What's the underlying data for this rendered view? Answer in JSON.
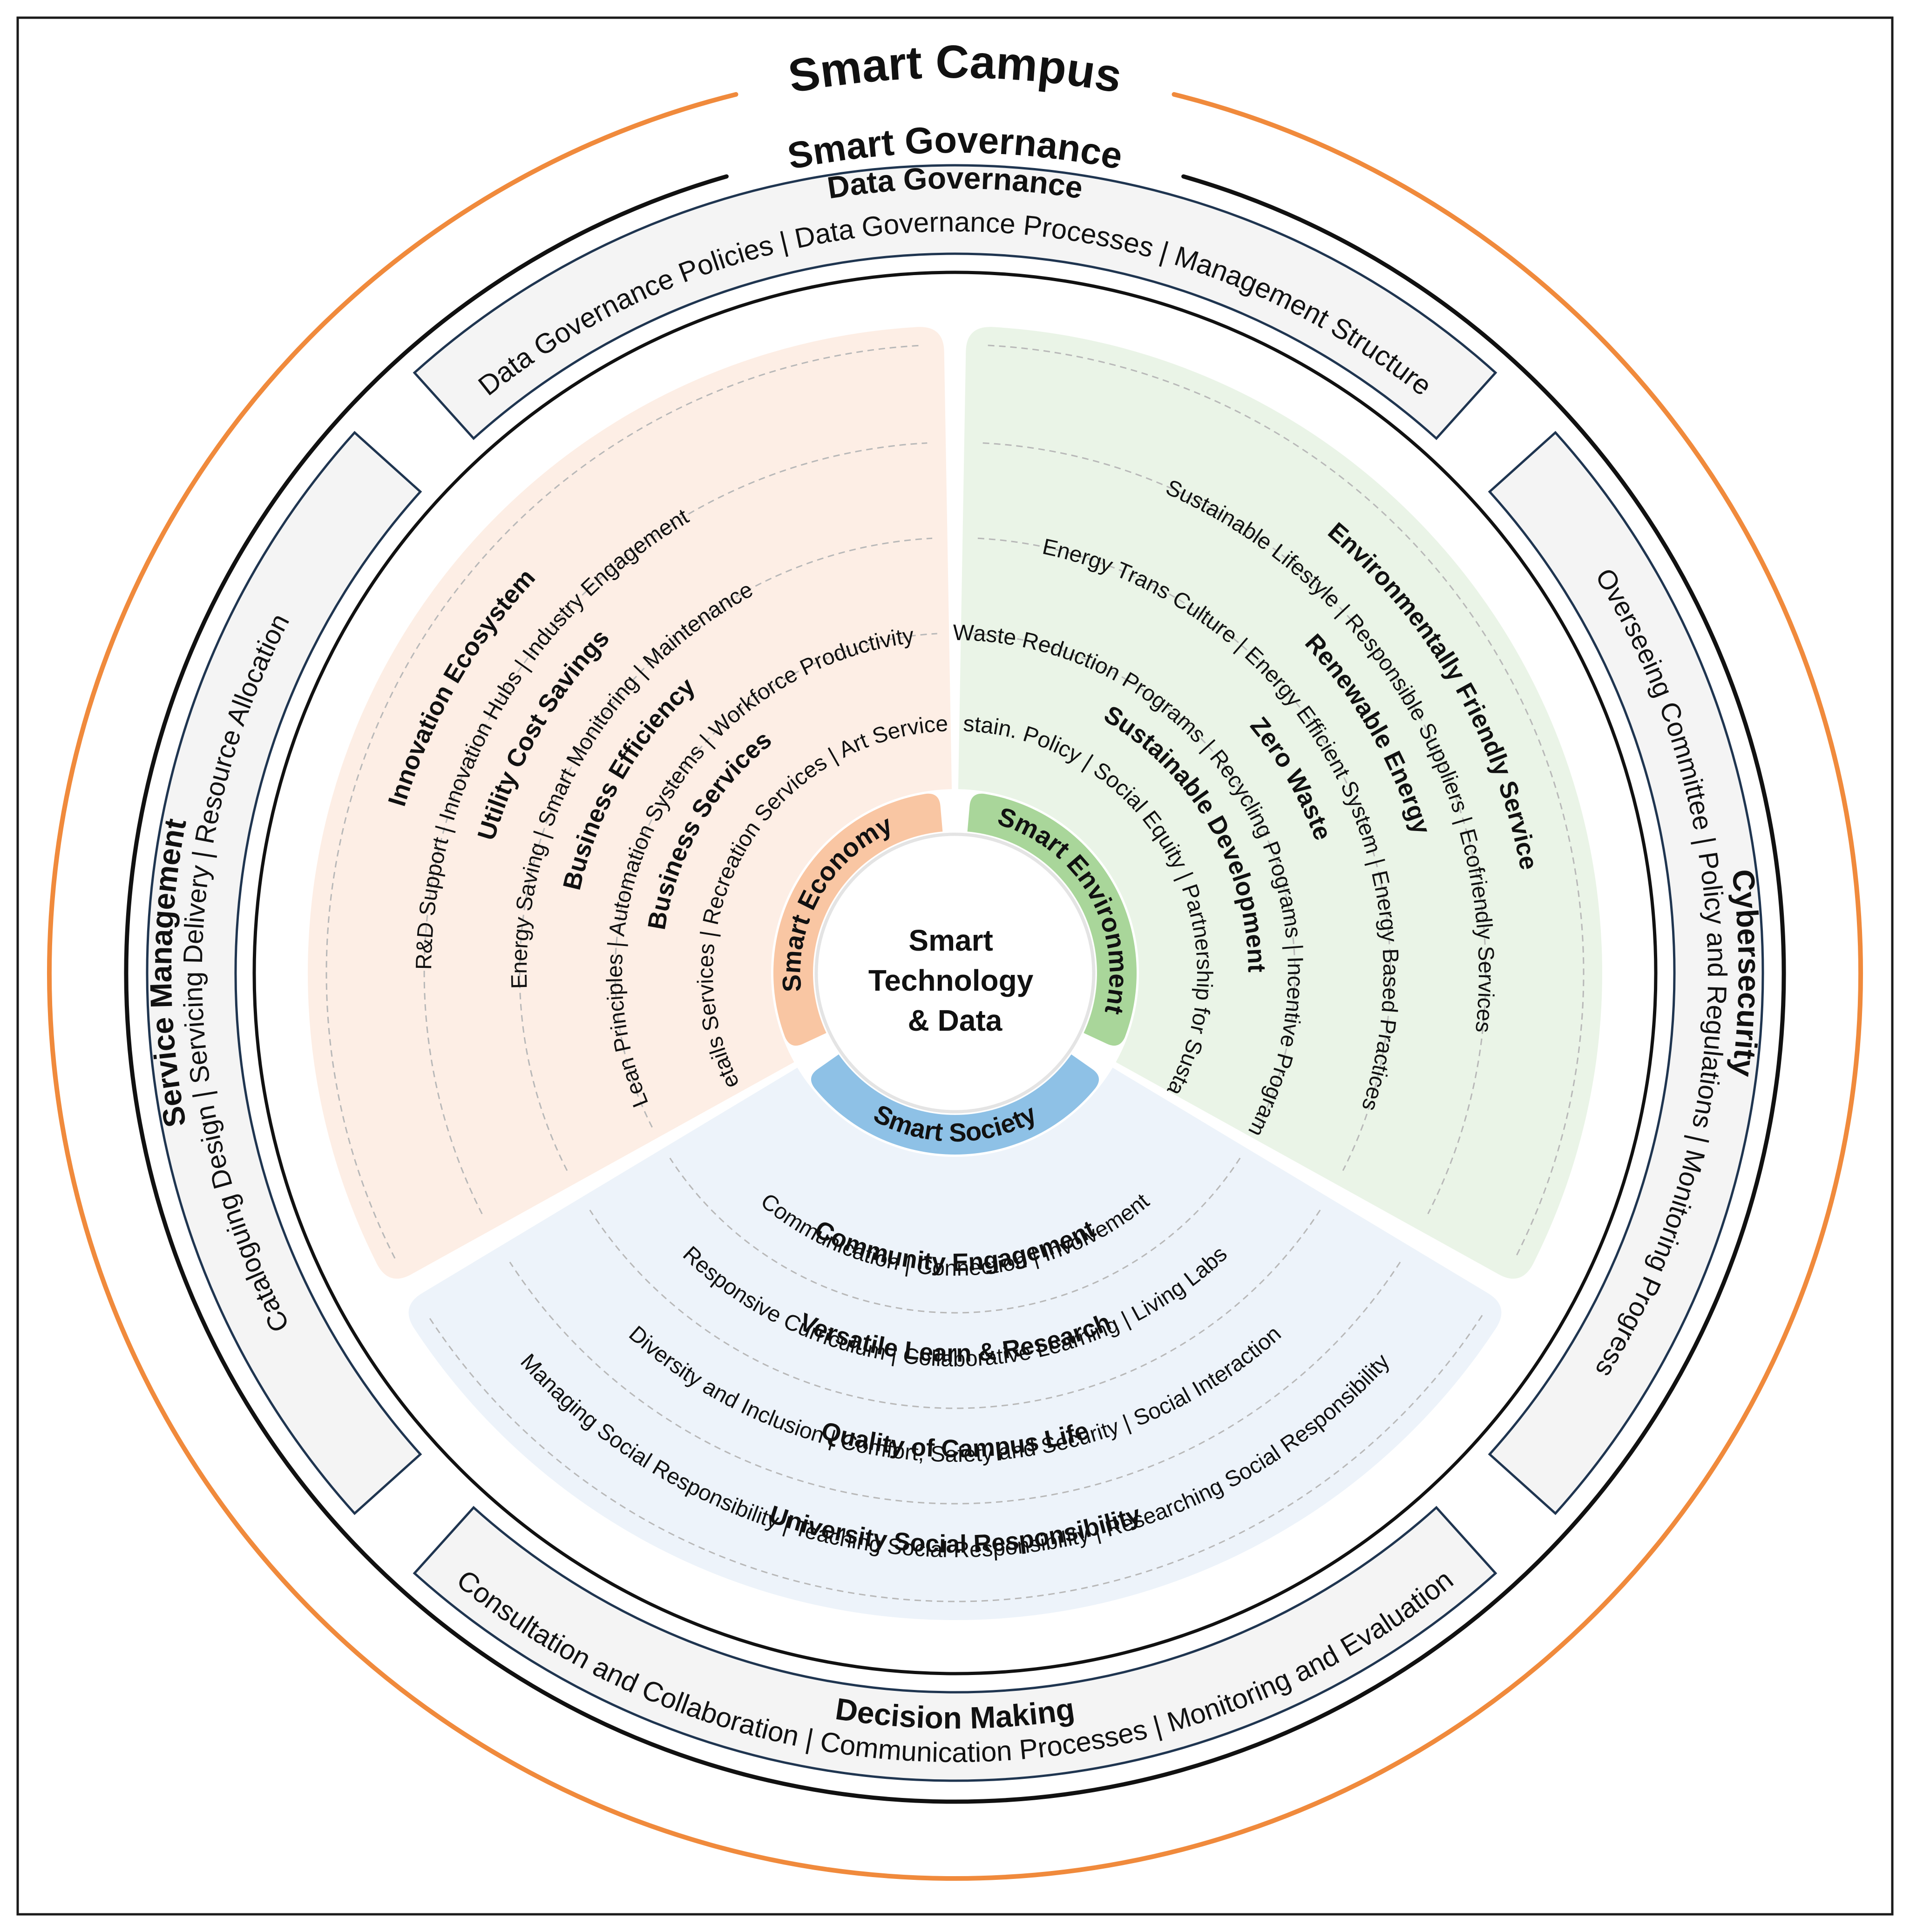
{
  "colors": {
    "frame": "#1a1a1a",
    "campus_ring": "#f08a3c",
    "governance_ring": "#111111",
    "panel_fill": "#f4f4f4",
    "panel_border": "#1f3550",
    "economy_fill": "#fdeee5",
    "economy_hub": "#f9c6a3",
    "environment_fill": "#eaf4e7",
    "environment_hub": "#a9d69a",
    "society_fill": "#edf3fa",
    "society_hub": "#8ec1e6",
    "dashed": "#b8b8b8"
  },
  "title": "Smart Campus",
  "governance_title": "Smart Governance",
  "center": {
    "line1": "Smart",
    "line2": "Technology",
    "line3": "& Data"
  },
  "sep": "|",
  "panels": [
    {
      "id": "data-governance",
      "title": "Data Governance",
      "items": [
        "Data Governance Policies",
        "Data Governance Processes",
        "Management Structure"
      ]
    },
    {
      "id": "cybersecurity",
      "title": "Cybersecurity",
      "items": [
        "Overseeing Committee",
        "Policy and Regulations",
        "Monitoring Progress"
      ]
    },
    {
      "id": "decision-making",
      "title": "Decision Making",
      "items": [
        "Consultation and Collaboration",
        "Communication Processes",
        "Monitoring and Evaluation"
      ]
    },
    {
      "id": "service-management",
      "title": "Service Management",
      "items": [
        "Cataloguing Design",
        "Servicing Delivery",
        "Resource Allocation"
      ]
    }
  ],
  "pillars": [
    {
      "id": "economy",
      "name": "Smart Economy",
      "rings": [
        {
          "title": "Business Services",
          "items": [
            "Retails Services",
            "Recreation Services",
            "Art Services"
          ]
        },
        {
          "title": "Business Efficiency",
          "items": [
            "Lean Principles",
            "Automation Systems",
            "Workforce Productivity"
          ]
        },
        {
          "title": "Utility Cost Savings",
          "items": [
            "Energy Saving",
            "Smart Monitoring",
            "Maintenance"
          ]
        },
        {
          "title": "Innovation Ecosystem",
          "items": [
            "R&D Support",
            "Innovation Hubs",
            "Industry Engagement"
          ]
        }
      ]
    },
    {
      "id": "environment",
      "name": "Smart Environment",
      "rings": [
        {
          "title": "Sustainable Development",
          "items": [
            "Sustain. Policy",
            "Social Equity",
            "Partnership for Sustain."
          ]
        },
        {
          "title": "Zero Waste",
          "items": [
            "Waste Reduction Programs",
            "Recycling Programs",
            "Incentive Programs"
          ]
        },
        {
          "title": "Renewable Energy",
          "items": [
            "Energy Trans Culture",
            "Energy Efficient System",
            "Energy Based Practices"
          ]
        },
        {
          "title": "Environmentally Friendly Service",
          "items": [
            "Sustainable Lifestyle",
            "Responsible Suppliers",
            "Ecofriendly Services"
          ]
        }
      ]
    },
    {
      "id": "society",
      "name": "Smart Society",
      "rings": [
        {
          "title": "Community Engagement",
          "items": [
            "Communication",
            "Connection",
            "Involvement"
          ]
        },
        {
          "title": "Versatile Learn & Research",
          "items": [
            "Responsive Curriculum",
            "Collaborative Learning",
            "Living Labs"
          ]
        },
        {
          "title": "Quality of Campus Life",
          "items": [
            "Diversity and Inclusion",
            "Comfort, Safety and Security",
            "Social Interaction"
          ]
        },
        {
          "title": "University Social Responsibility",
          "items": [
            "Managing Social Responsibility",
            "Teaching Social Responsibility",
            "Researching Social Responsibility"
          ]
        }
      ]
    }
  ]
}
